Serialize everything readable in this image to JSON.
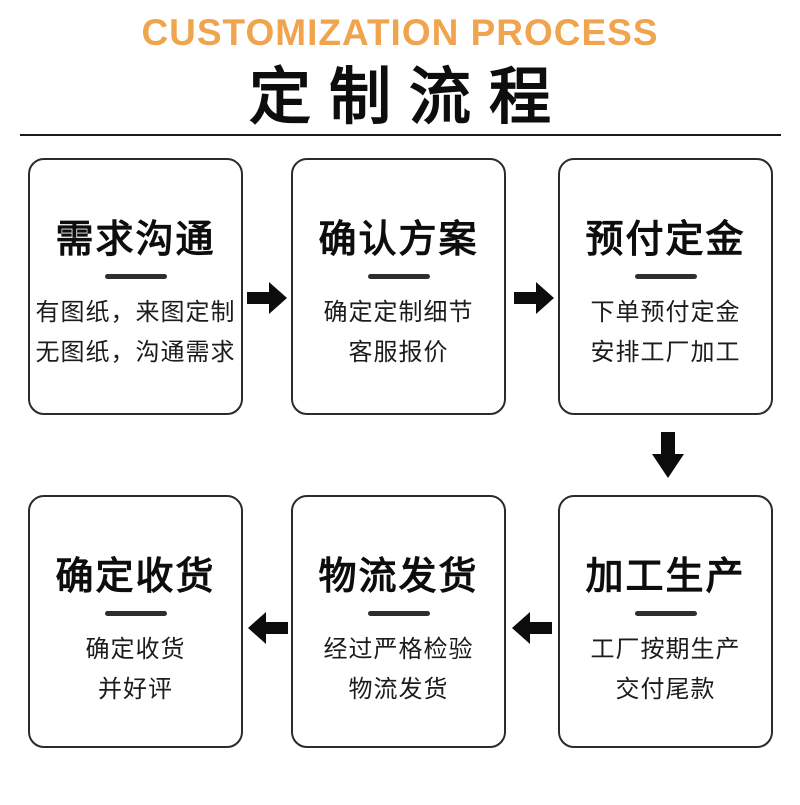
{
  "header": {
    "title_en": "CUSTOMIZATION PROCESS",
    "title_zh": "定制流程",
    "accent_color": "#F0A44E"
  },
  "steps": [
    {
      "title": "需求沟通",
      "lines": [
        "有图纸，来图定制",
        "无图纸，沟通需求"
      ]
    },
    {
      "title": "确认方案",
      "lines": [
        "确定定制细节",
        "客服报价"
      ]
    },
    {
      "title": "预付定金",
      "lines": [
        "下单预付定金",
        "安排工厂加工"
      ]
    },
    {
      "title": "加工生产",
      "lines": [
        "工厂按期生产",
        "交付尾款"
      ]
    },
    {
      "title": "物流发货",
      "lines": [
        "经过严格检验",
        "物流发货"
      ]
    },
    {
      "title": "确定收货",
      "lines": [
        "确定收货",
        "并好评"
      ]
    }
  ],
  "icons": {
    "arrow_right": "arrow-right-icon",
    "arrow_down": "arrow-down-icon",
    "arrow_left": "arrow-left-icon"
  }
}
